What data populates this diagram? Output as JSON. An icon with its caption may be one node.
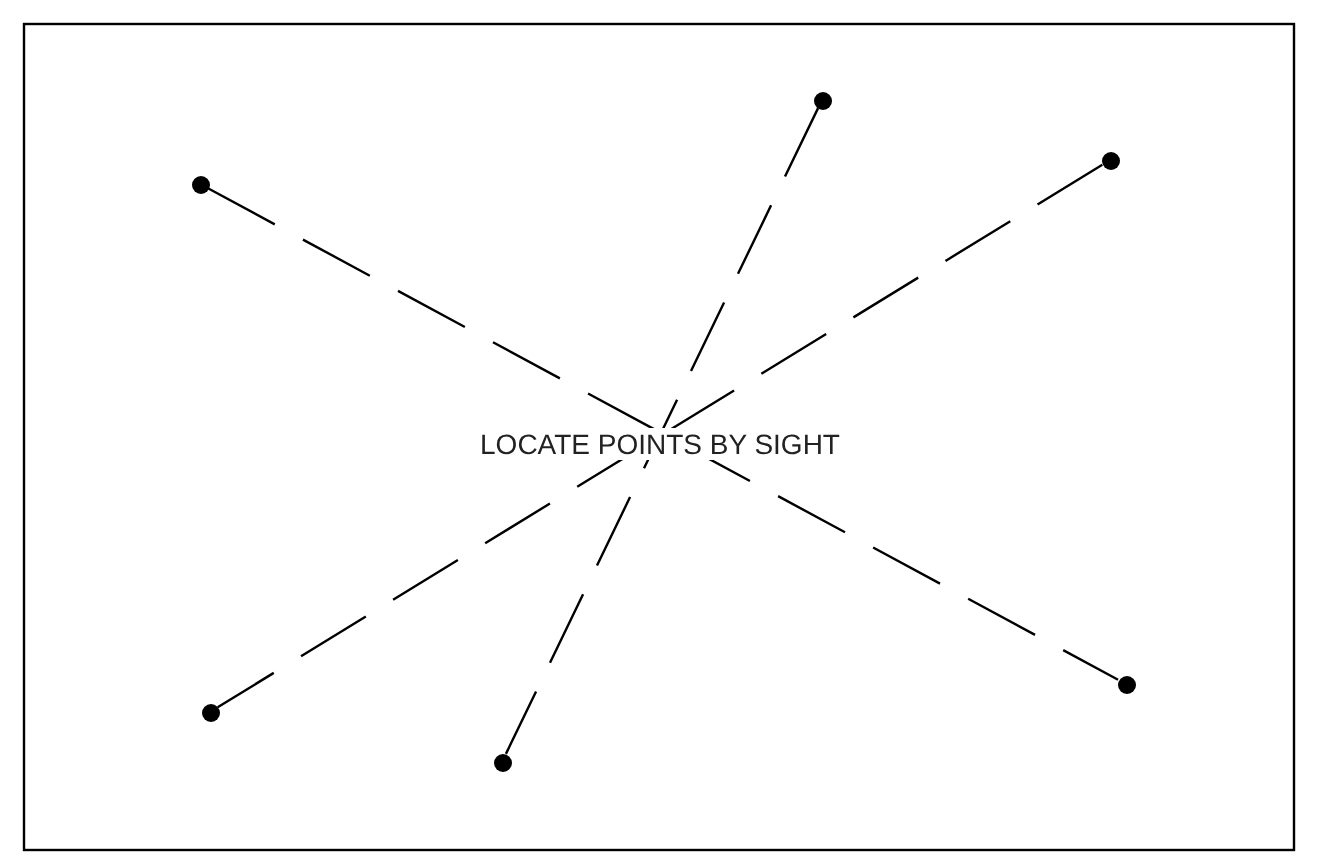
{
  "diagram": {
    "nodes": [
      {
        "text": [],
        "shape": "circle"
      },
      {
        "text": [],
        "shape": "circle"
      },
      {
        "text": [],
        "shape": "circle"
      },
      {
        "text": [],
        "shape": "circle"
      },
      {
        "text": [],
        "shape": "circle"
      },
      {
        "text": [],
        "shape": "circle"
      }
    ],
    "edges": [
      {
        "from": 2,
        "to": 4,
        "arrow": "none",
        "style": "dashed"
      },
      {
        "from": 0,
        "to": 5,
        "arrow": "none",
        "style": "dashed"
      },
      {
        "from": 1,
        "to": 3,
        "arrow": "none",
        "style": "dashed"
      }
    ],
    "labels": [
      "LOCATE POINTS BY SIGHT"
    ]
  }
}
